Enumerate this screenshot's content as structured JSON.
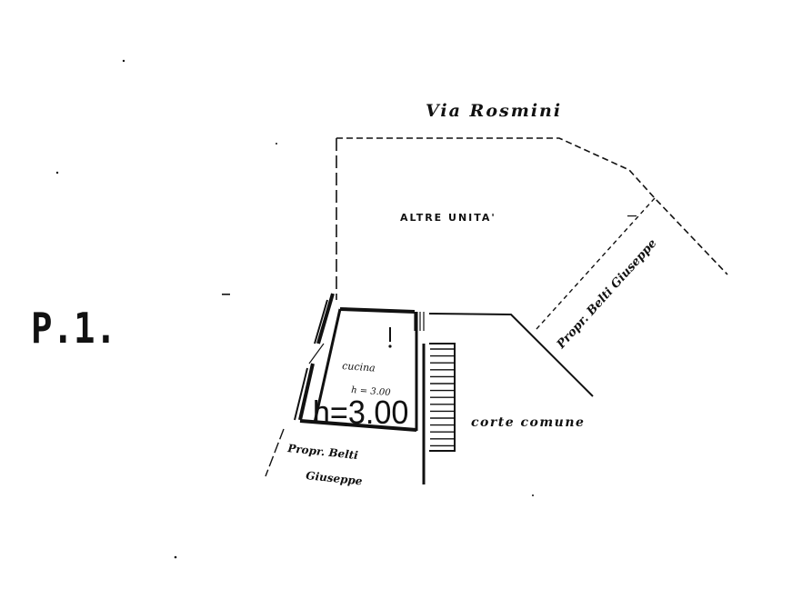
{
  "floor_label": "P.1.",
  "street_label": "Via Rosmini",
  "other_units_label": "ALTRE UNITA'",
  "kitchen_label": "cucina",
  "kitchen_height_small": "h = 3.00",
  "kitchen_height_large": "h=3.00",
  "courtyard_label": "corte comune",
  "owner_right_label": "Propr. Belti Giuseppe",
  "owner_left_line1": "Propr. Belti",
  "owner_left_line2": "Giuseppe",
  "colors": {
    "ink": "#111111",
    "paper": "#ffffff"
  }
}
